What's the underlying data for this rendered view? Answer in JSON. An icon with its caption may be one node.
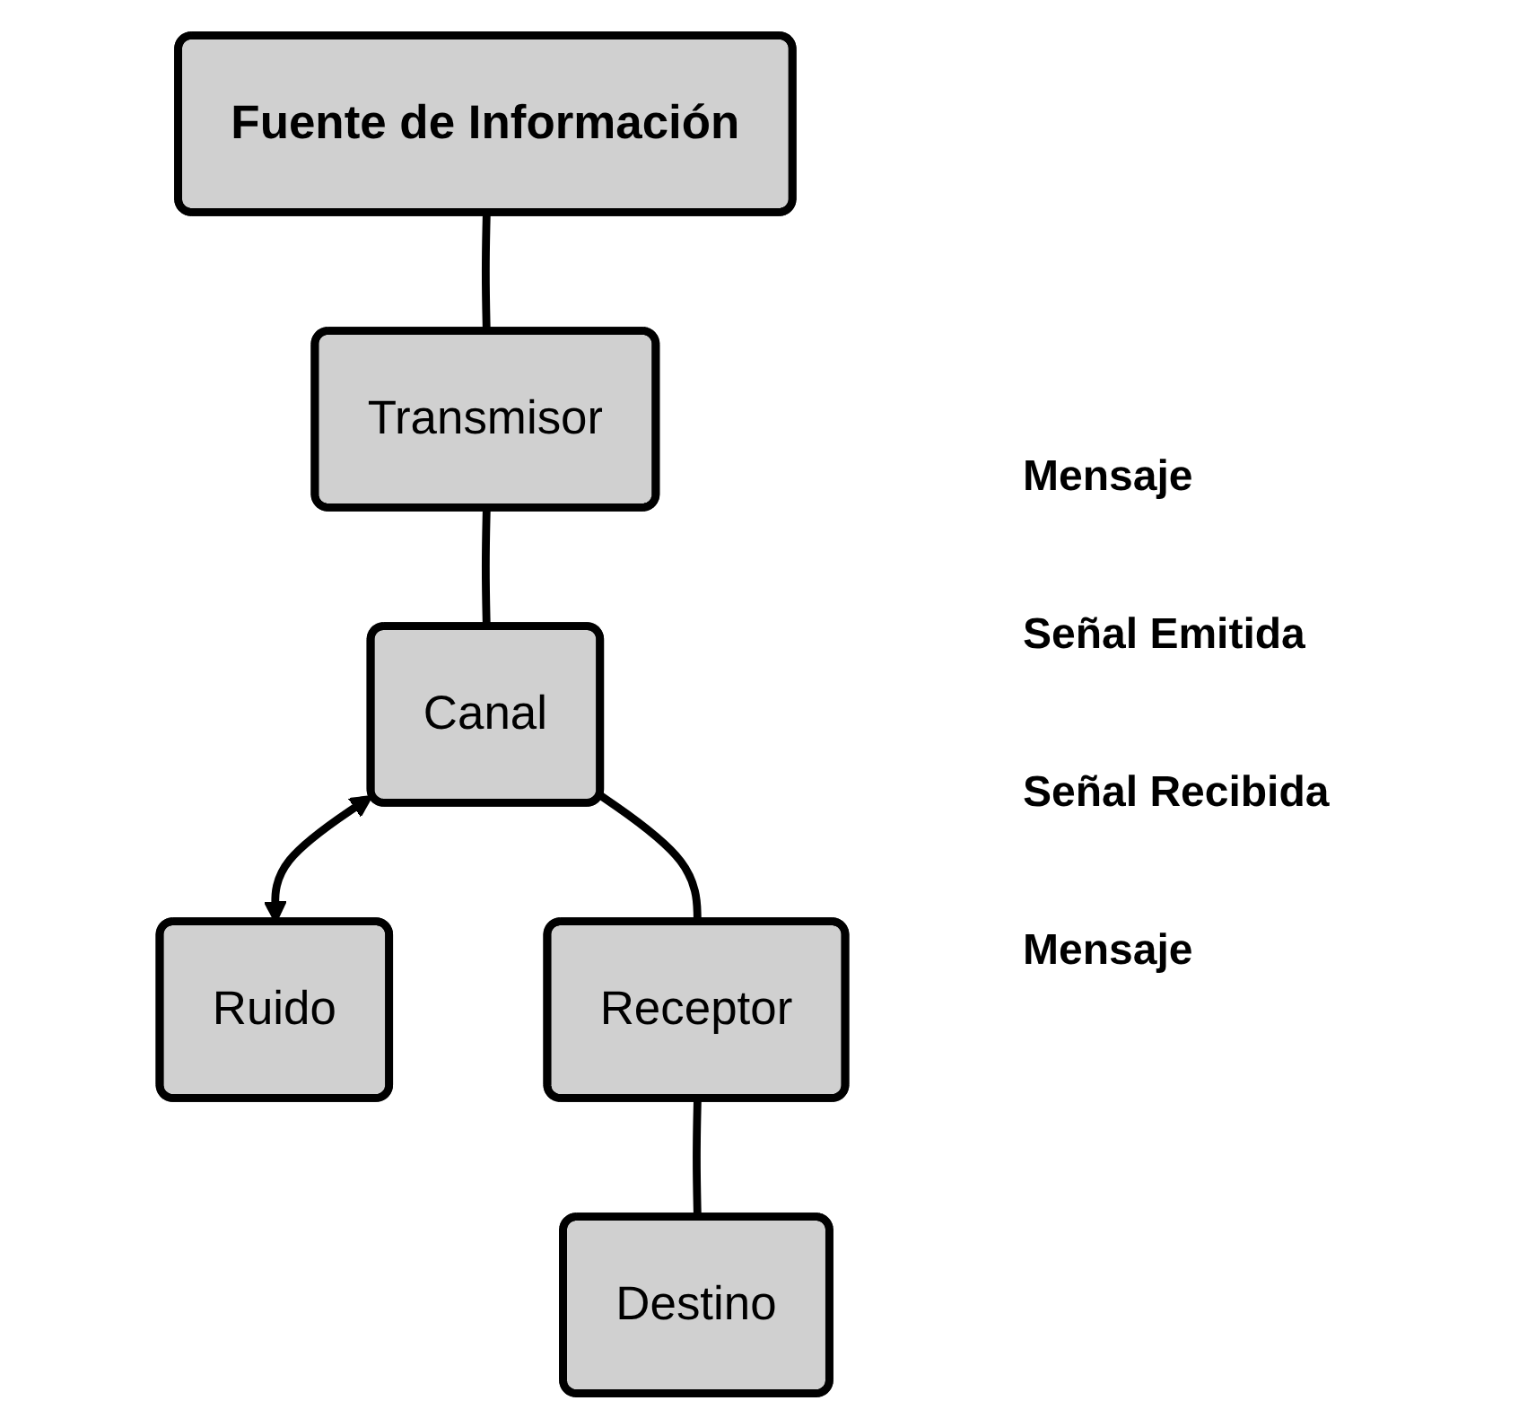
{
  "diagram": {
    "nodes": [
      {
        "text": [
          "Fuente de Información"
        ]
      },
      {
        "text": [
          "Transmisor"
        ]
      },
      {
        "text": [
          "Canal"
        ]
      },
      {
        "text": [
          "Ruido"
        ]
      },
      {
        "text": [
          "Receptor"
        ]
      },
      {
        "text": [
          "Destino"
        ]
      }
    ],
    "edges": [
      {
        "from": 0,
        "to": 1,
        "arrow": "none"
      },
      {
        "from": 1,
        "to": 2,
        "arrow": "none"
      },
      {
        "from": 2,
        "to": 3,
        "arrow": "both"
      },
      {
        "from": 2,
        "to": 4,
        "arrow": "none"
      },
      {
        "from": 4,
        "to": 5,
        "arrow": "none"
      }
    ],
    "labels": [
      "Mensaje",
      "Señal Emitida",
      "Señal Recibida",
      "Mensaje"
    ]
  }
}
